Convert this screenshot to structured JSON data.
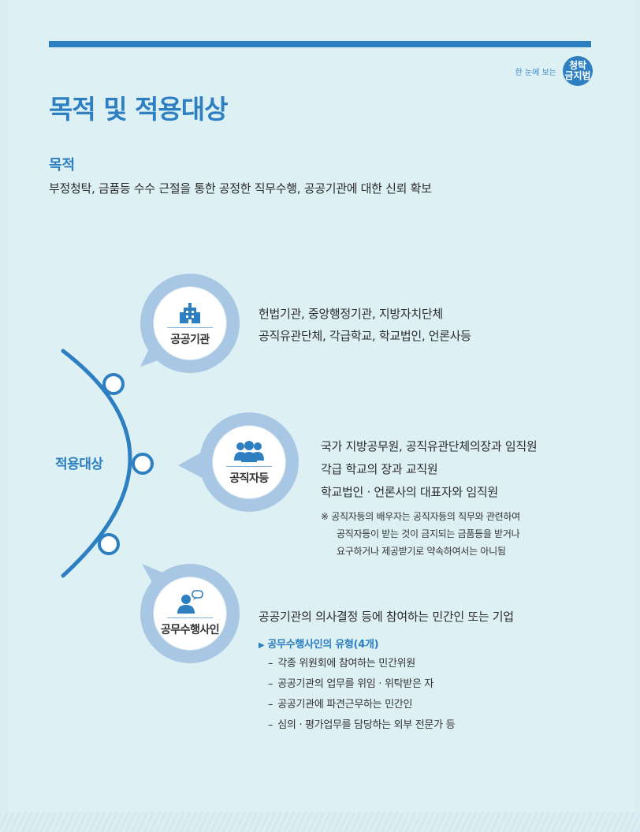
{
  "brand": {
    "prefix": "한 눈에 보는",
    "badge_top": "청탁",
    "badge_bottom": "금지법"
  },
  "title": "목적 및 적용대상",
  "purpose": {
    "heading": "목적",
    "text": "부정청탁, 금품등 수수 근절을 통한 공정한 직무수행, 공공기관에 대한 신뢰 확보"
  },
  "scope": {
    "label": "적용대상",
    "targets": [
      {
        "label": "공공기관",
        "icon": "building-icon",
        "lines": [
          "헌법기관, 중앙행정기관, 지방자치단체",
          "공직유관단체, 각급학교, 학교법인, 언론사등"
        ]
      },
      {
        "label": "공직자등",
        "icon": "people-group-icon",
        "lines": [
          "국가 지방공무원, 공직유관단체의장과 임직원",
          "각급 학교의 장과 교직원",
          "학교법인 · 언론사의 대표자와 임직원"
        ],
        "note": [
          "※ 공직자등의 배우자는 공직자등의 직무와 관련하여",
          "공직자등이 받는 것이 금지되는 금품등을 받거나",
          "요구하거나 제공받기로 약속하여서는 아니됨"
        ]
      },
      {
        "label": "공무수행사인",
        "icon": "person-speech-icon",
        "lines": [
          "공공기관의 의사결정 등에 참여하는 민간인 또는 기업"
        ],
        "types_heading": "공무수행사인의 유형(4개)",
        "types": [
          "각종 위원회에 참여하는 민간위원",
          "공공기관의 업무를 위임 · 위탁받은 자",
          "공공기관에 파견근무하는 민간인",
          "심의 · 평가업무를 담당하는 외부 전문가 등"
        ]
      }
    ]
  },
  "colors": {
    "accent": "#2d7fc1",
    "bubble_ring": "#a8c7e4",
    "background": "#ddf0f4"
  }
}
